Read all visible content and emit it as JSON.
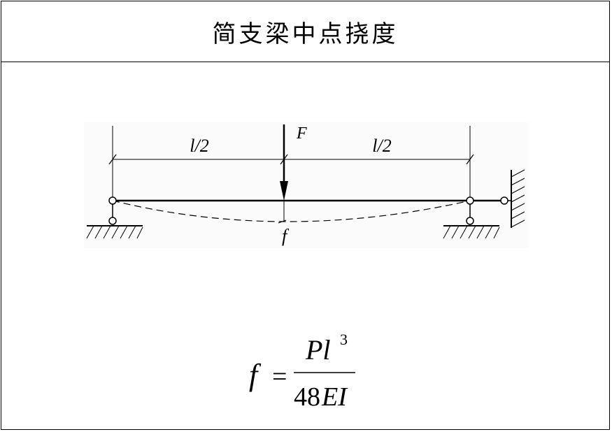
{
  "title": "简支梁中点挠度",
  "diagram": {
    "load_label": "F",
    "left_span_label": "l/2",
    "right_span_label": "l/2",
    "deflection_label": "f"
  },
  "formula": {
    "lhs": "f",
    "equals": "=",
    "numerator_base": "Pl",
    "numerator_exp": "3",
    "denominator_num": "48",
    "denominator_sym": "EI"
  }
}
